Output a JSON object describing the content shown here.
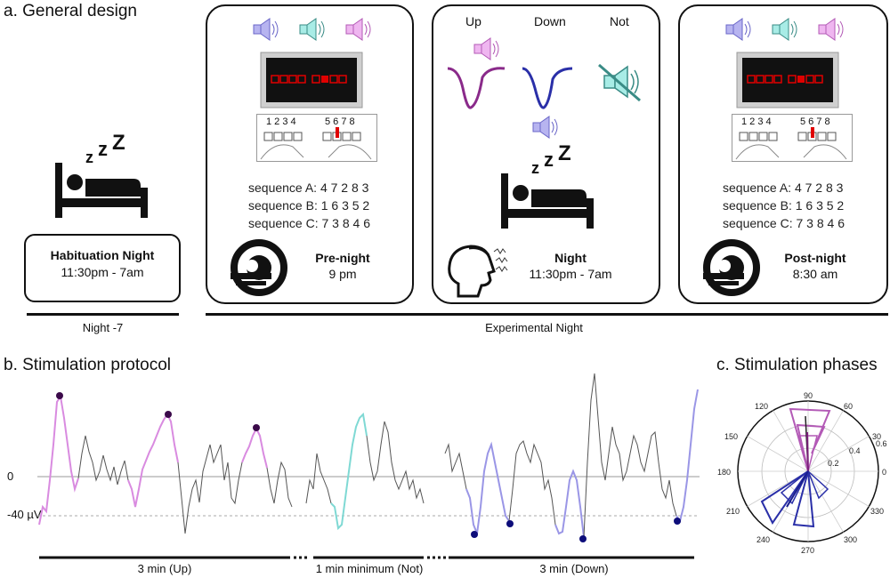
{
  "section_a": {
    "title": "a. General design",
    "habituation": {
      "title": "Habituation Night",
      "time": "11:30pm - 7am"
    },
    "pre_night": {
      "title": "Pre-night",
      "time": "9 pm",
      "keys_left": "1 2 3 4",
      "keys_right": "5 6 7 8",
      "sequences": [
        "sequence A: 4 7 2 8 3",
        "sequence B: 1 6 3 5 2",
        "sequence C: 7 3 8 4 6"
      ]
    },
    "night": {
      "title": "Night",
      "time": "11:30pm - 7am",
      "conditions": [
        "Up",
        "Down",
        "Not"
      ]
    },
    "post_night": {
      "title": "Post-night",
      "time": "8:30 am",
      "keys_left": "1 2 3 4",
      "keys_right": "5 6 7 8",
      "sequences": [
        "sequence A: 4 7 2 8 3",
        "sequence B: 1 6 3 5 2",
        "sequence C: 7 3 8 4 6"
      ]
    },
    "sleep_z": "z z z",
    "timeline": {
      "left": "Night -7",
      "right": "Experimental Night"
    }
  },
  "section_b": {
    "title": "b. Stimulation protocol",
    "y_zero": "0",
    "y_neg": "-40 µV",
    "segments": [
      "3 min (Up)",
      "1 min minimum (Not)",
      "3 min (Down)"
    ]
  },
  "section_c": {
    "title": "c. Stimulation phases",
    "angle_labels": [
      "90",
      "60",
      "30",
      "0",
      "330",
      "300",
      "270",
      "240",
      "210",
      "180",
      "150",
      "120"
    ],
    "radial_labels": [
      "0.2",
      "0.4",
      "0.6"
    ]
  },
  "colors": {
    "up": "#d98be0",
    "down": "#9a96e6",
    "not": "#7fd9d4",
    "up_dark": "#9b2f9b",
    "down_dark": "#2a2fa8",
    "marker": "#3b0a4a",
    "down_marker": "#0d0d7a",
    "screen": "#111111",
    "screen_red": "#e00000"
  }
}
